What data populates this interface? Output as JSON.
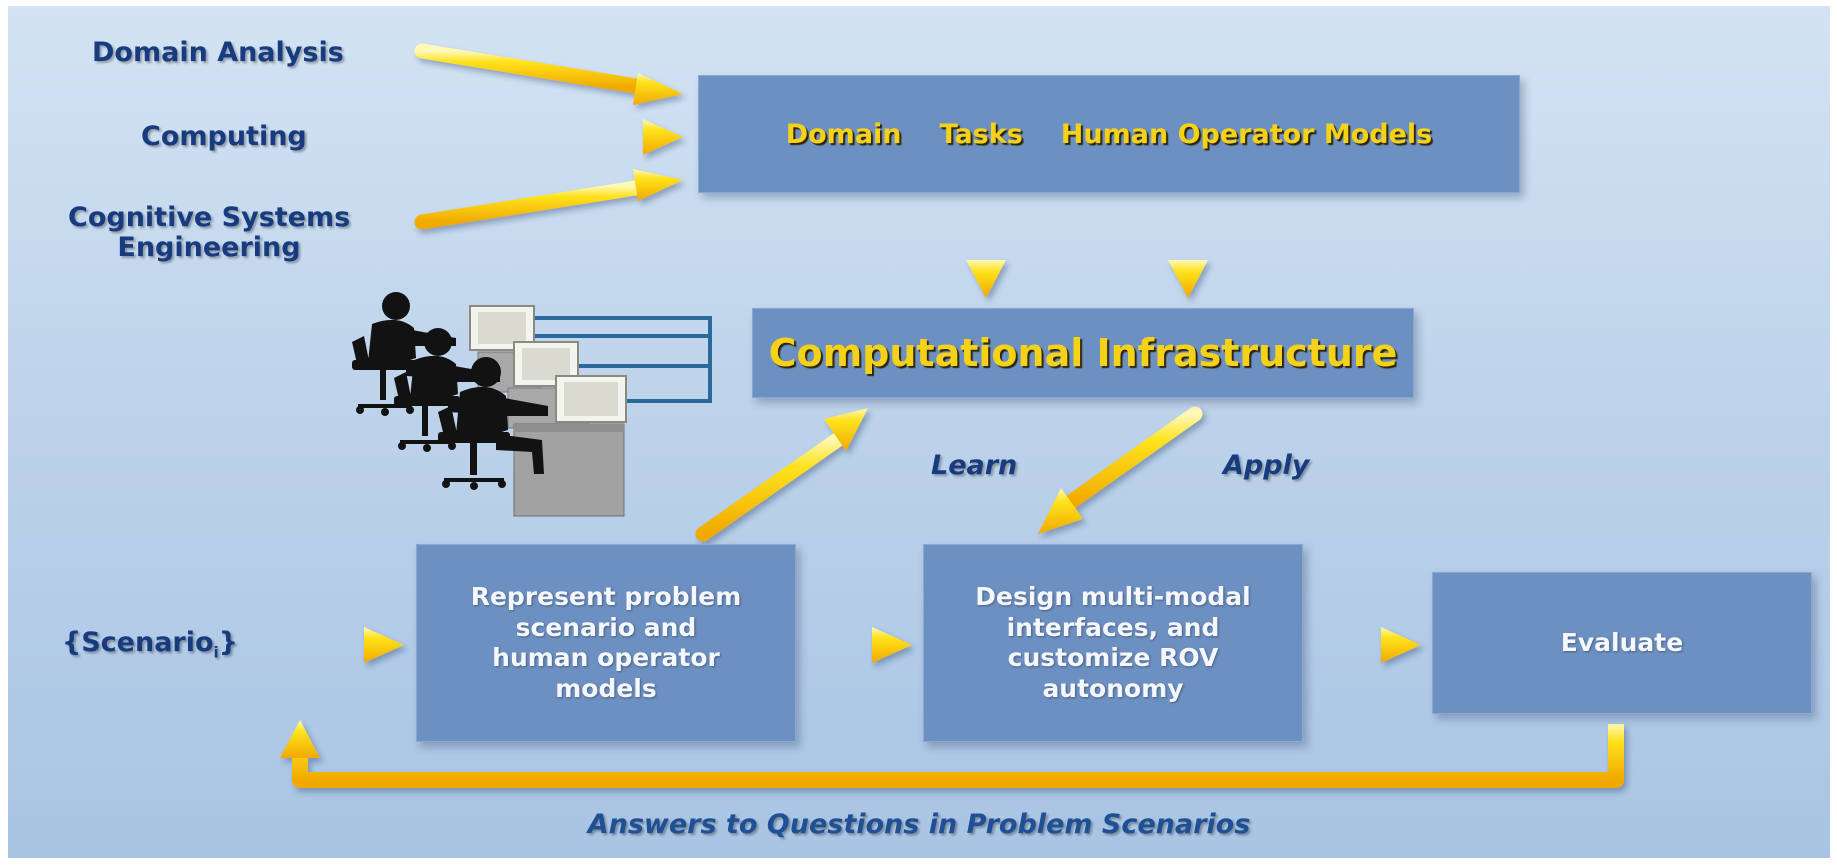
{
  "inputs": {
    "domain_analysis": "Domain Analysis",
    "computing": "Computing",
    "cognitive_line1": "Cognitive Systems",
    "cognitive_line2": "Engineering"
  },
  "models_box": {
    "domain": "Domain",
    "tasks": "Tasks",
    "human_operator_models": "Human Operator Models"
  },
  "infrastructure_box": "Computational Infrastructure",
  "loop_labels": {
    "learn": "Learn",
    "apply": "Apply"
  },
  "scenario": {
    "open": "{Scenario",
    "subscript": "i",
    "close": "}"
  },
  "process_boxes": {
    "represent_line1": "Represent problem",
    "represent_line2": "scenario and",
    "represent_line3": "human operator",
    "represent_line4": "models",
    "design_line1": "Design multi-modal",
    "design_line2": "interfaces, and",
    "design_line3": "customize ROV",
    "design_line4": "autonomy",
    "evaluate": "Evaluate"
  },
  "feedback_label": "Answers to Questions in Problem Scenarios",
  "colors": {
    "background_top": "#d3e3f3",
    "background_bottom": "#a9c4e3",
    "box_fill": "#6d90c2",
    "label_text": "#173b7e",
    "box_title_text": "#f5d21a",
    "arrow_yellow": "#ffe21c",
    "arrow_shadow": "#e9a400",
    "connector_line": "#2a6a9a"
  },
  "icons": [
    "operators-at-workstations-icon"
  ]
}
